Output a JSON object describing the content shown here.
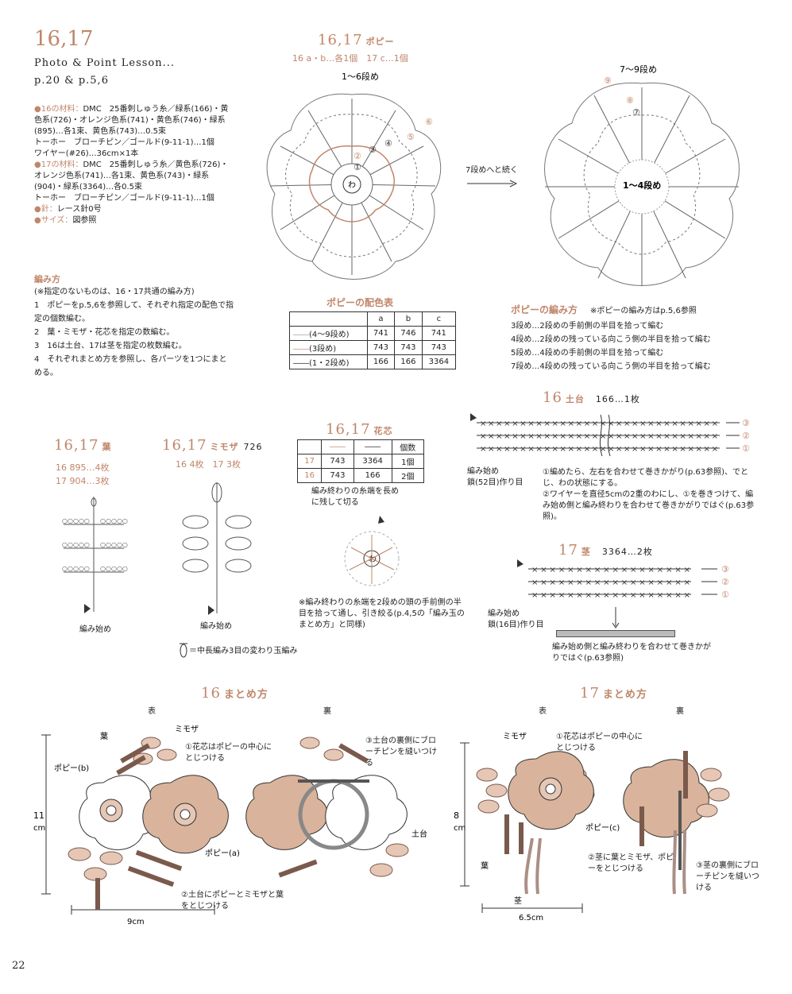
{
  "header": {
    "title": "16,17",
    "subtitle": "Photo & Point Lesson...",
    "pages": "p.20 & p.5,6"
  },
  "materials": [
    {
      "prefix": "●16の材料：",
      "text": "DMC　25番刺しゅう糸／緑系(166)・黄色系(726)・オレンジ色系(741)・黄色系(746)・緑系(895)…各1束、黄色系(743)…0.5束"
    },
    {
      "prefix": "",
      "text": "トーホー　ブローチピン／ゴールド(9-11-1)…1個"
    },
    {
      "prefix": "",
      "text": "ワイヤー(#26)…36cm×1本"
    },
    {
      "prefix": "●17の材料：",
      "text": "DMC　25番刺しゅう糸／黄色系(726)・オレンジ色系(741)…各1束、黄色系(743)・緑系(904)・緑系(3364)…各0.5束"
    },
    {
      "prefix": "",
      "text": "トーホー　ブローチピン／ゴールド(9-11-1)…1個"
    },
    {
      "prefix": "●針：",
      "text": "レース針0号"
    },
    {
      "prefix": "●サイズ：",
      "text": "図参照"
    }
  ],
  "howto": {
    "title": "編み方",
    "note": "(※指定のないものは、16・17共通の編み方)",
    "steps": [
      "1　ポピーをp.5,6を参照して、それぞれ指定の配色で指定の個数編む。",
      "2　葉・ミモザ・花芯を指定の数編む。",
      "3　16は土台、17は茎を指定の枚数編む。",
      "4　それぞれまとめ方を参照し、各パーツを1つにまとめる。"
    ]
  },
  "poppy": {
    "title": "16,17",
    "title_jp": "ポピー",
    "count": "16 a・b…各1個　17 c…1個",
    "rows_left": "1〜6段め",
    "rows_right_top": "7〜9段め",
    "rows_right_center": "1〜4段め",
    "arrow_label": "7段めへと続く",
    "center_label": "わ",
    "nums": [
      "②",
      "①",
      "③",
      "④",
      "⑤",
      "⑥",
      "⑨",
      "⑧",
      "⑦"
    ]
  },
  "color_table": {
    "title": "ポピーの配色表",
    "headers": [
      "",
      "a",
      "b",
      "c"
    ],
    "rows": [
      [
        "(4〜9段め)",
        "741",
        "746",
        "741"
      ],
      [
        "(3段め)",
        "743",
        "743",
        "743"
      ],
      [
        "(1・2段め)",
        "166",
        "166",
        "3364"
      ]
    ]
  },
  "poppy_method": {
    "title": "ポピーの編み方",
    "note": "※ポピーの編み方はp.5,6参照",
    "lines": [
      "3段め…2段めの手前側の半目を拾って編む",
      "4段め…2段めの残っている向こう側の半目を拾って編む",
      "5段め…4段めの手前側の半目を拾って編む",
      "7段め…4段めの残っている向こう側の半目を拾って編む"
    ]
  },
  "base16": {
    "title": "16",
    "title_jp": "土台",
    "count": "166…1枚",
    "start": "編み始め\n鎖(52目)作り目",
    "notes": [
      "①編めたら、左右を合わせて巻きかがり(p.63参照)、でとじ、わの状態にする。",
      "②ワイヤーを直径5cmの2重のわにし、①を巻きつけて、編み始め側と編み終わりを合わせて巻きかがりではぐ(p.63参照)。"
    ],
    "rows": [
      "③",
      "②",
      "①"
    ]
  },
  "leaf": {
    "title": "16,17",
    "title_jp": "葉",
    "counts": [
      "16 895…4枚",
      "17 904…3枚"
    ],
    "start": "編み始め"
  },
  "mimosa": {
    "title": "16,17",
    "title_jp": "ミモザ",
    "color": "726",
    "count": "16 4枚　17 3枚",
    "start": "編み始め",
    "legend": "＝中長編み3目の変わり玉編み"
  },
  "core": {
    "title": "16,17",
    "title_jp": "花芯",
    "headers": [
      "",
      "――",
      "――",
      "個数"
    ],
    "rows": [
      [
        "17",
        "743",
        "3364",
        "1個"
      ],
      [
        "16",
        "743",
        "166",
        "2個"
      ]
    ],
    "end_note": "編み終わりの糸端を長めに残して切る",
    "center": "わ",
    "note": "※編み終わりの糸端を2段めの頭の手前側の半目を拾って通し、引き絞る(p.4,5の「編み玉のまとめ方」と同様)"
  },
  "stem17": {
    "title": "17",
    "title_jp": "茎",
    "count": "3364…2枚",
    "start": "編み始め\n鎖(16目)作り目",
    "note": "編み始め側と編み終わりを合わせて巻きかがりではぐ(p.63参照)",
    "rows": [
      "③",
      "②",
      "①"
    ]
  },
  "assembly16": {
    "title": "16",
    "title_jp": "まとめ方",
    "front": "表",
    "back": "裏",
    "labels": {
      "leaf": "葉",
      "mimosa": "ミモザ",
      "poppy_b": "ポピー(b)",
      "poppy_a": "ポピー(a)",
      "note1": "①花芯はポピーの中心にとじつける",
      "note2": "②土台にポピーとミモザと葉をとじつける",
      "note3": "③土台の裏側にブローチピンを縫いつける",
      "base": "土台",
      "height": "11",
      "height_unit": "cm",
      "width": "9cm"
    }
  },
  "assembly17": {
    "title": "17",
    "title_jp": "まとめ方",
    "front": "表",
    "back": "裏",
    "labels": {
      "mimosa": "ミモザ",
      "note1": "①花芯はポピーの中心にとじつける",
      "poppy_c": "ポピー(c)",
      "leaf": "葉",
      "stem": "茎",
      "note2": "②茎に葉とミモザ、ポピーをとじつける",
      "note3": "③茎の裏側にブローチピンを縫いつける",
      "height": "8",
      "height_unit": "cm",
      "width": "6.5cm"
    }
  },
  "page_number": "22",
  "colors": {
    "accent": "#c0866a",
    "tan": "#d9b39b",
    "brown": "#7a5a4c",
    "pink": "#e6c7b5"
  }
}
